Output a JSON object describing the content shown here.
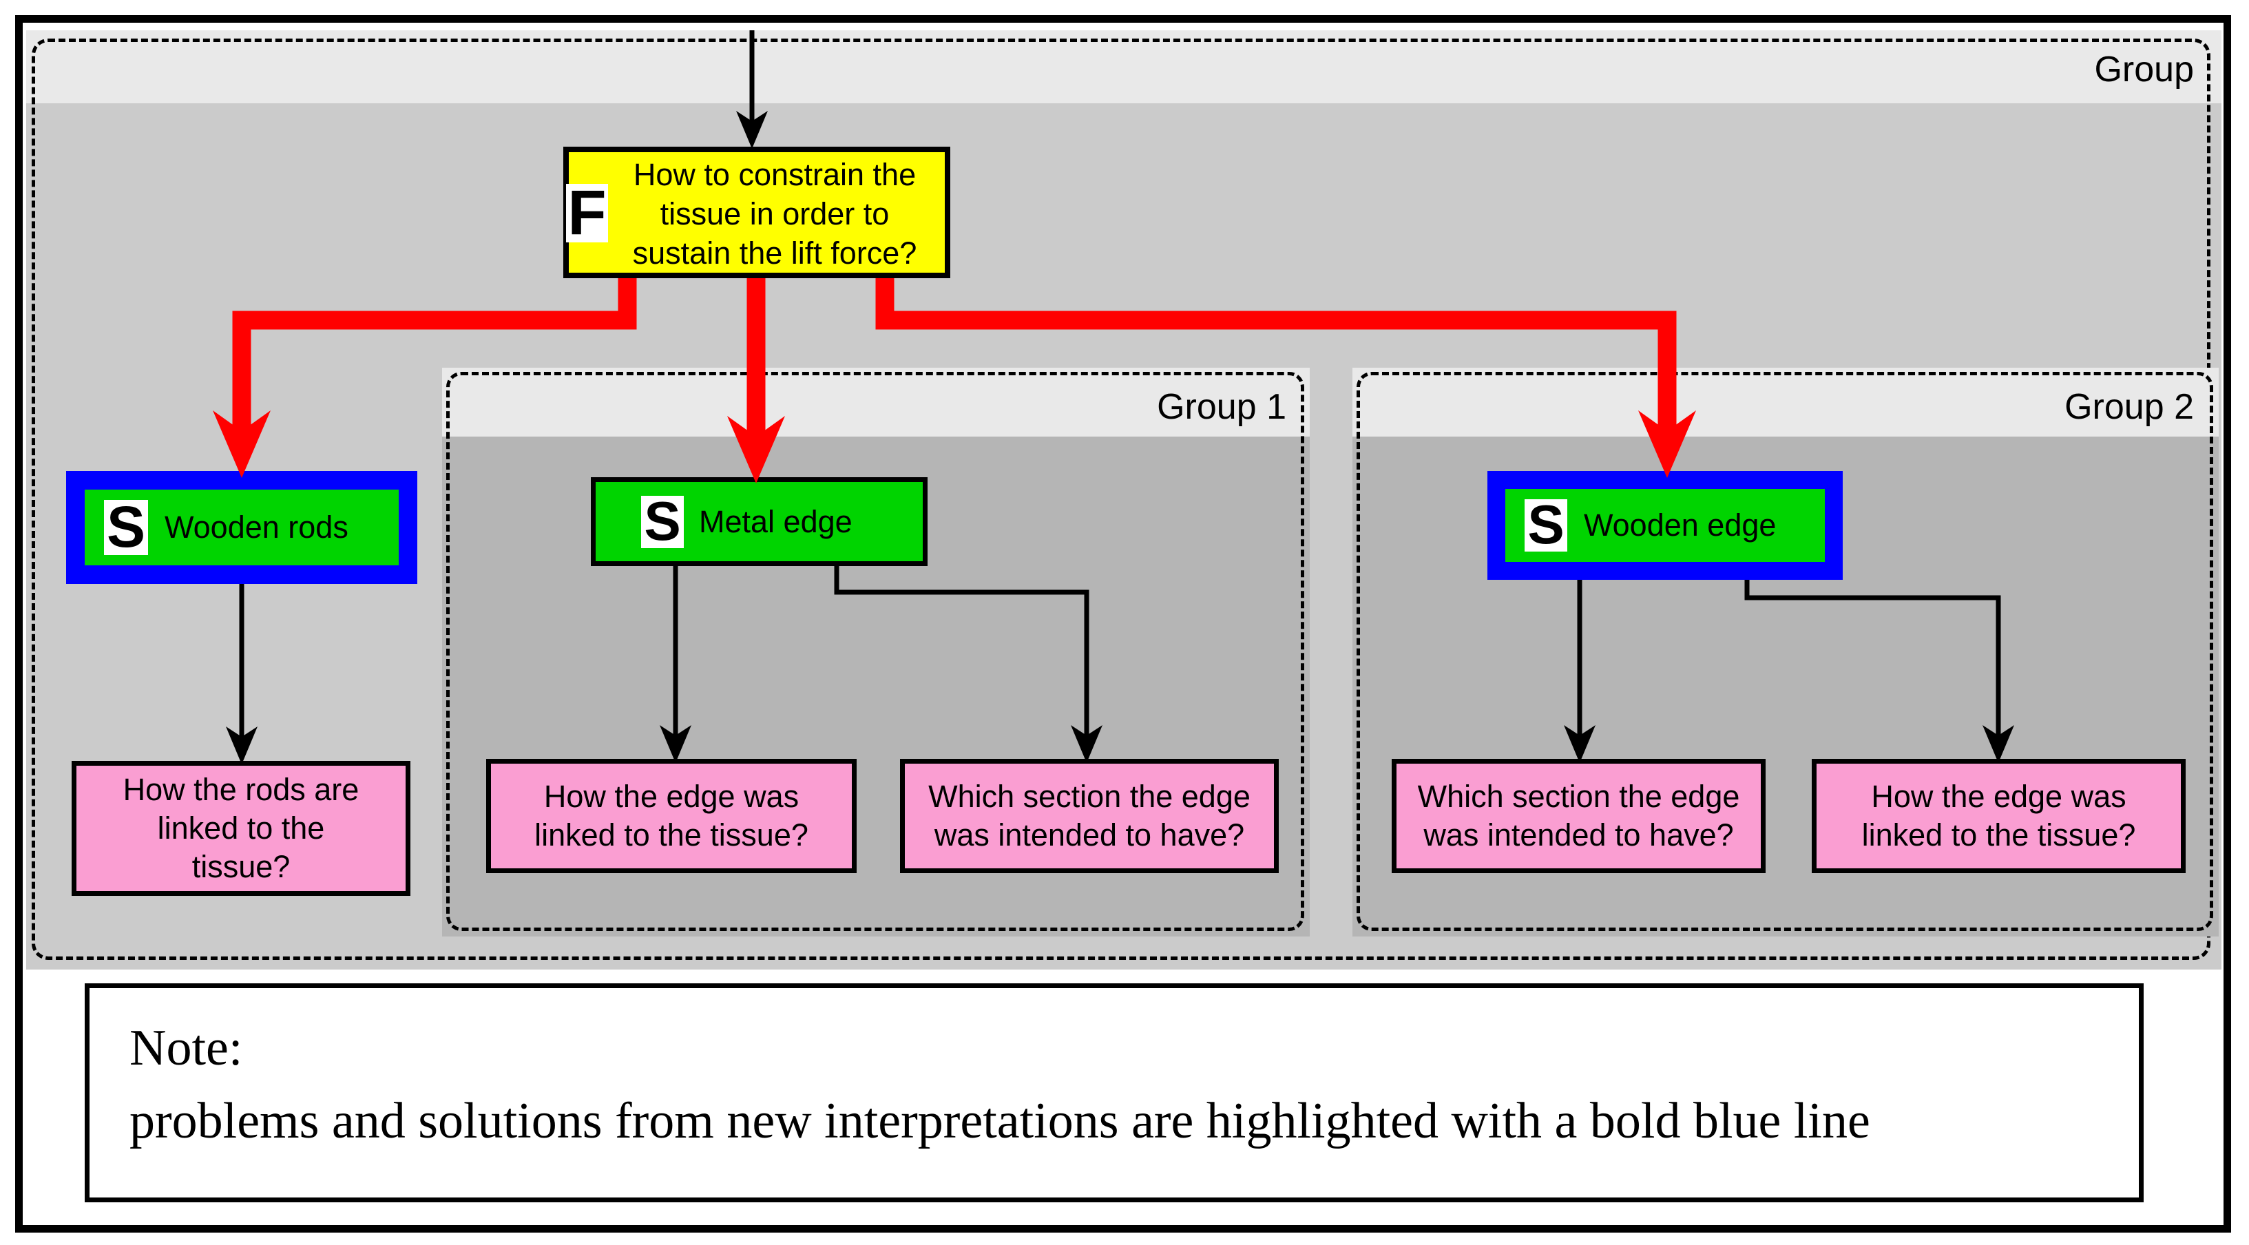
{
  "figure": {
    "outer_group_label": "Group",
    "group1_label": "Group 1",
    "group2_label": "Group 2",
    "problem": {
      "badge": "F",
      "lines": [
        "How to constrain the",
        "tissue in order to",
        "sustain the lift force?"
      ]
    },
    "solutions": {
      "wooden_rods": {
        "badge": "S",
        "label": "Wooden rods",
        "highlighted": true
      },
      "metal_edge": {
        "badge": "S",
        "label": "Metal edge",
        "highlighted": false
      },
      "wooden_edge": {
        "badge": "S",
        "label": "Wooden edge",
        "highlighted": true
      }
    },
    "questions": {
      "q_rods": {
        "lines": [
          "How the rods are",
          "linked to the",
          "tissue?"
        ]
      },
      "q_g1a": {
        "lines": [
          "How the edge was",
          "linked to the tissue?"
        ]
      },
      "q_g1b": {
        "lines": [
          "Which section the edge",
          "was intended to have?"
        ]
      },
      "q_g2a": {
        "lines": [
          "Which section the edge",
          "was intended to have?"
        ]
      },
      "q_g2b": {
        "lines": [
          "How the edge was",
          "linked to the tissue?"
        ]
      }
    },
    "note": {
      "title": "Note:",
      "text": "problems and solutions from new interpretations are highlighted with a bold blue line"
    },
    "colors": {
      "problem_fill": "#ffff00",
      "solution_fill": "#00d400",
      "highlight_border": "#0000ff",
      "connector_red": "#ff0000",
      "question_fill": "#fa9ed2",
      "group_body": "#b5b5b5",
      "outer_body": "#cbcbcb",
      "header_band": "#e9e9e9"
    }
  }
}
